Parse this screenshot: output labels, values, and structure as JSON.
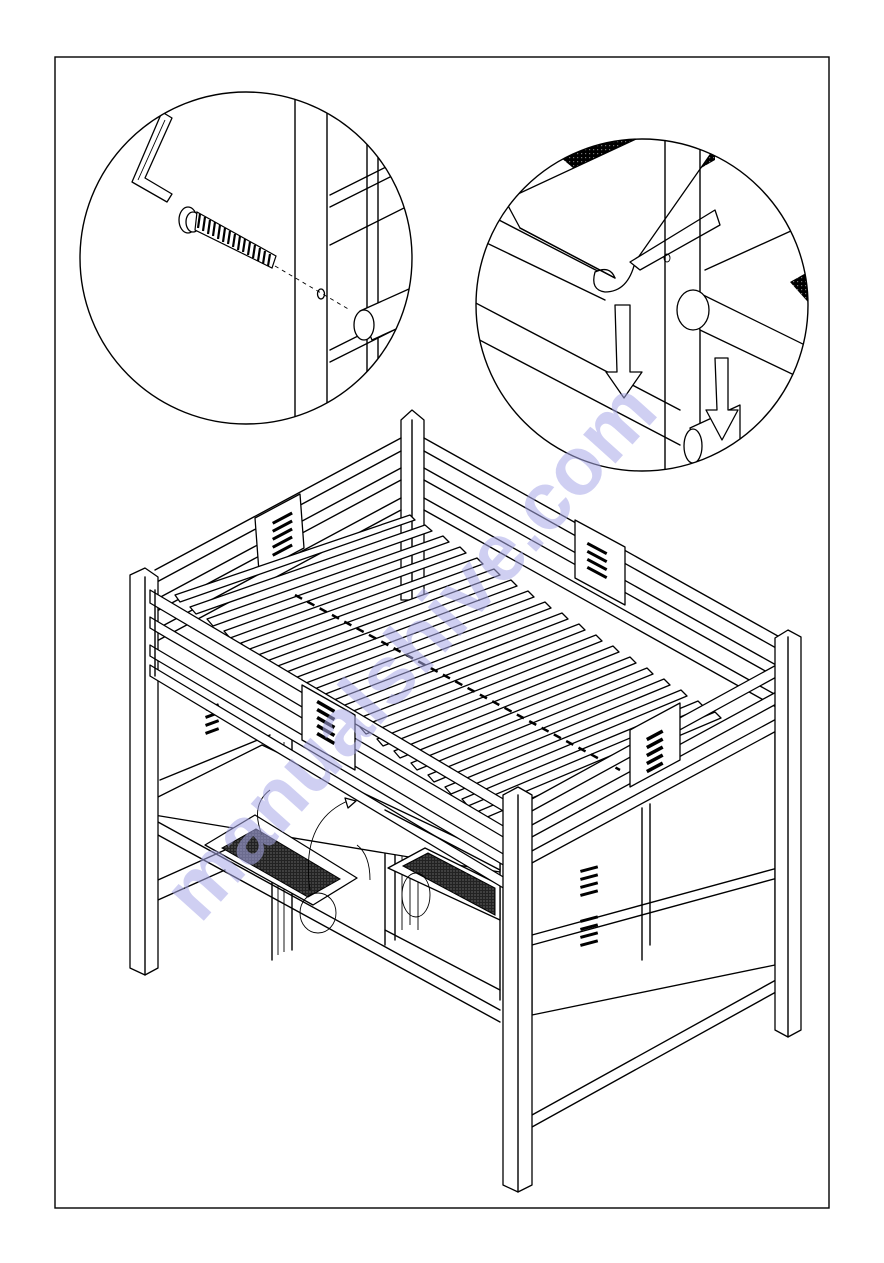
{
  "watermark": {
    "text": "manualshive.com",
    "color": "#8c8ce0"
  },
  "illustration": {
    "subject": "loft-bed-frame-assembly",
    "callouts": [
      {
        "icon": "allen-key-icon",
        "parts": [
          "allen-key",
          "bolt-with-washer",
          "post-hole",
          "rail-end"
        ]
      },
      {
        "icon": "rail-drop-in-icon",
        "parts": [
          "slat-rail-lip",
          "down-arrow",
          "down-arrow",
          "rail-end"
        ]
      }
    ]
  }
}
